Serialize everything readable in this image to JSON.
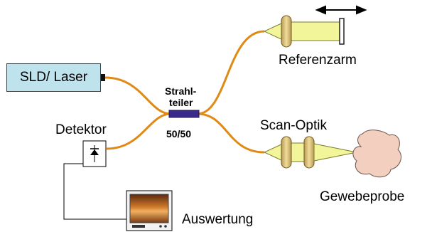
{
  "labels": {
    "laser": "SLD/ Laser",
    "splitter_line1": "Strahl-",
    "splitter_line2": "teiler",
    "ratio": "50/50",
    "detector": "Detektor",
    "reference_arm": "Referenzarm",
    "scan_optics": "Scan-Optik",
    "tissue_sample": "Gewebeprobe",
    "evaluation": "Auswertung"
  },
  "colors": {
    "fiber": "#e08a16",
    "laser_box": "#bfe3ec",
    "beam": "#f2f59a",
    "lens": "#d6bf7a",
    "splitter": "#3a2a8c",
    "tissue": "#f3cfbf"
  }
}
